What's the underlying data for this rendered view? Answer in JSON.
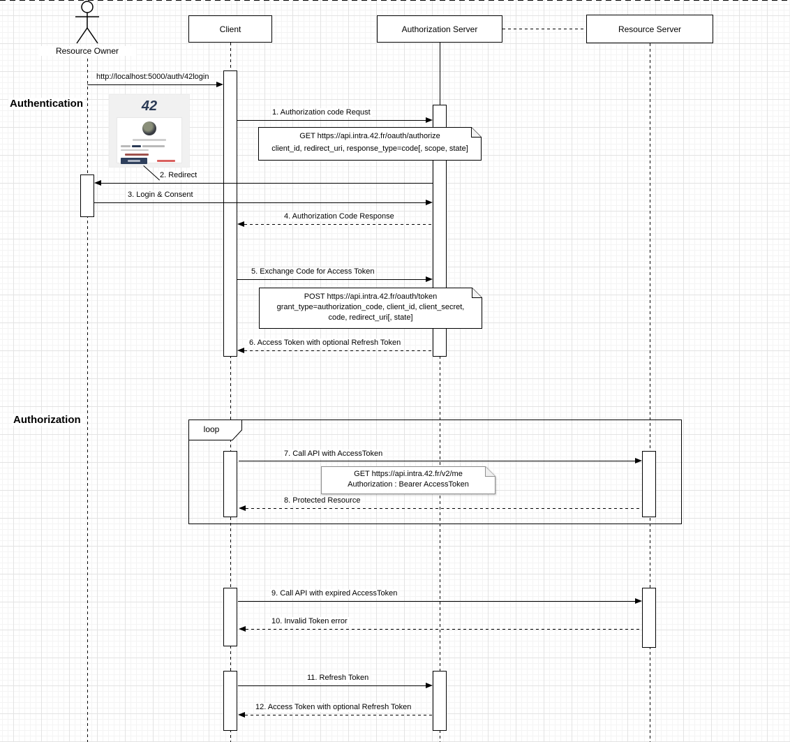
{
  "participants": {
    "resource_owner": "Resource Owner",
    "client": "Client",
    "authorization_server": "Authorization Server",
    "resource_server": "Resource Server"
  },
  "sections": {
    "authentication": "Authentication",
    "authorization": "Authorization"
  },
  "fragment": {
    "loop_label": "loop"
  },
  "messages": {
    "login_url": "http://localhost:5000/auth/42login",
    "m1": "1. Authorization code Requst",
    "m2": "2. Redirect",
    "m3": "3. Login & Consent",
    "m4": "4. Authorization Code Response",
    "m5": "5. Exchange Code for Access Token",
    "m6": "6. Access Token with optional Refresh Token",
    "m7": "7. Call API with AccessToken",
    "m8": "8. Protected Resource",
    "m9": "9. Call API with expired AccessToken",
    "m10": "10. Invalid Token error",
    "m11": "11. Refresh Token",
    "m12": "12. Access Token with optional Refresh Token"
  },
  "notes": {
    "authorize": {
      "line1": "GET https://api.intra.42.fr/oauth/authorize",
      "line2": "client_id, redirect_uri, response_type=code[, scope, state]"
    },
    "token": {
      "line1": "POST https://api.intra.42.fr/oauth/token",
      "line2": "grant_type=authorization_code, client_id, client_secret,",
      "line3": "code, redirect_uri[, state]"
    },
    "me": {
      "line1": "GET https://api.intra.42.fr/v2/me",
      "line2": "Authorization : Bearer AccessToken"
    }
  },
  "login_screenshot": {
    "logo": "42"
  },
  "colors": {
    "line": "#000000",
    "note_border_gray": "#8f8f8f",
    "navy": "#2a3a55",
    "red_link": "#d9605e",
    "grid_major": "#e3e3e3",
    "grid_minor": "#f4f4f4",
    "background": "#ffffff"
  }
}
